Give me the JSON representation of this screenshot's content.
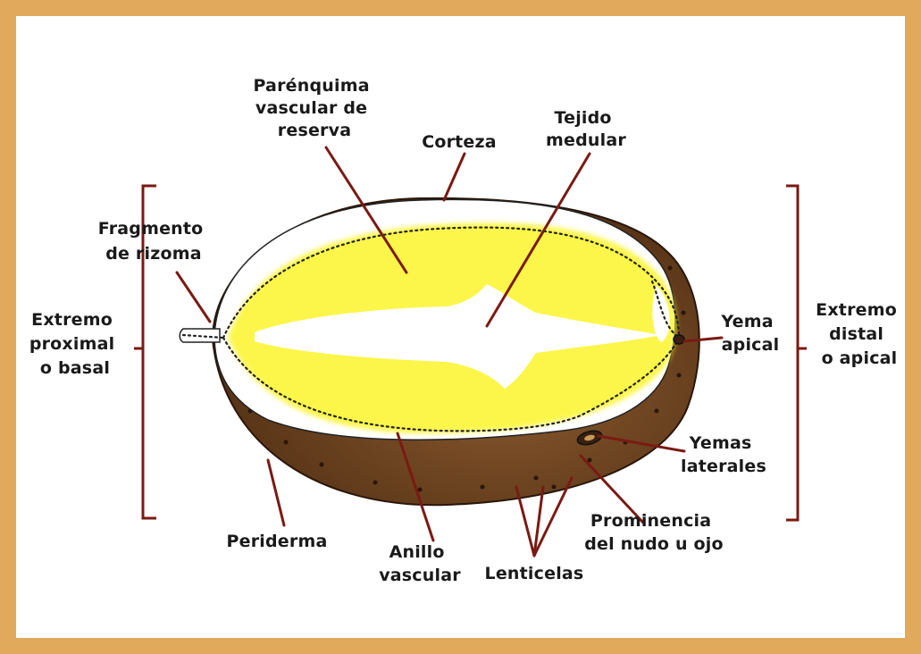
{
  "labels": {
    "parenquima": [
      "Parénquima",
      "vascular de",
      "reserva"
    ],
    "corteza": "Corteza",
    "tejido": [
      "Tejido",
      "medular"
    ],
    "fragmento": [
      "Fragmento",
      "de rizoma"
    ],
    "proximal": [
      "Extremo",
      "proximal",
      "o basal"
    ],
    "yema_apical": [
      "Yema",
      "apical"
    ],
    "distal": [
      "Extremo",
      "distal",
      "o apical"
    ],
    "yemas_laterales": [
      "Yemas",
      "laterales"
    ],
    "prominencia": [
      "Prominencia",
      "del nudo u ojo"
    ],
    "peridermo": "Periderma",
    "anillo": [
      "Anillo",
      "vascular"
    ],
    "lenticelas": "Lenticelas"
  },
  "colors": {
    "border": "#e0a95c",
    "periderm": "#5a3518",
    "vascular_yellow": "#fbf52a",
    "leader": "#7a1a12"
  }
}
